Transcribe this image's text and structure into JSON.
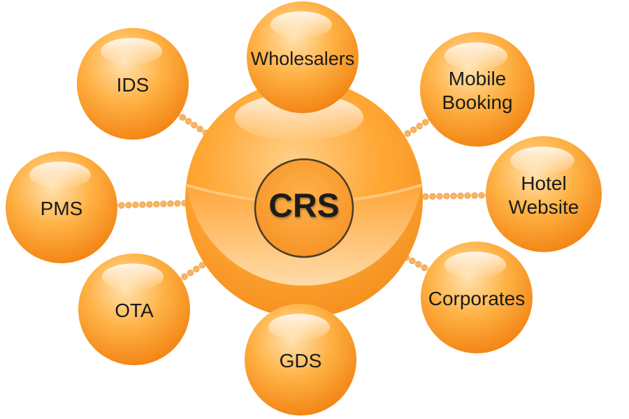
{
  "hub": {
    "label": "CRS"
  },
  "nodes": [
    {
      "id": "ids",
      "lines": [
        "IDS"
      ]
    },
    {
      "id": "wholesalers",
      "lines": [
        "Wholesalers"
      ]
    },
    {
      "id": "mobile-booking",
      "lines": [
        "Mobile",
        "Booking"
      ]
    },
    {
      "id": "pms",
      "lines": [
        "PMS"
      ]
    },
    {
      "id": "hotel-website",
      "lines": [
        "Hotel",
        "Website"
      ]
    },
    {
      "id": "ota",
      "lines": [
        "OTA"
      ]
    },
    {
      "id": "gds",
      "lines": [
        "GDS"
      ]
    },
    {
      "id": "corporates",
      "lines": [
        "Corporates"
      ]
    }
  ],
  "colors": {
    "orange_light": "#ffd9a0",
    "orange_mid": "#ffa734",
    "orange_dark": "#f07e0c",
    "connector": "#f6b566",
    "text": "#1a1a1a"
  }
}
